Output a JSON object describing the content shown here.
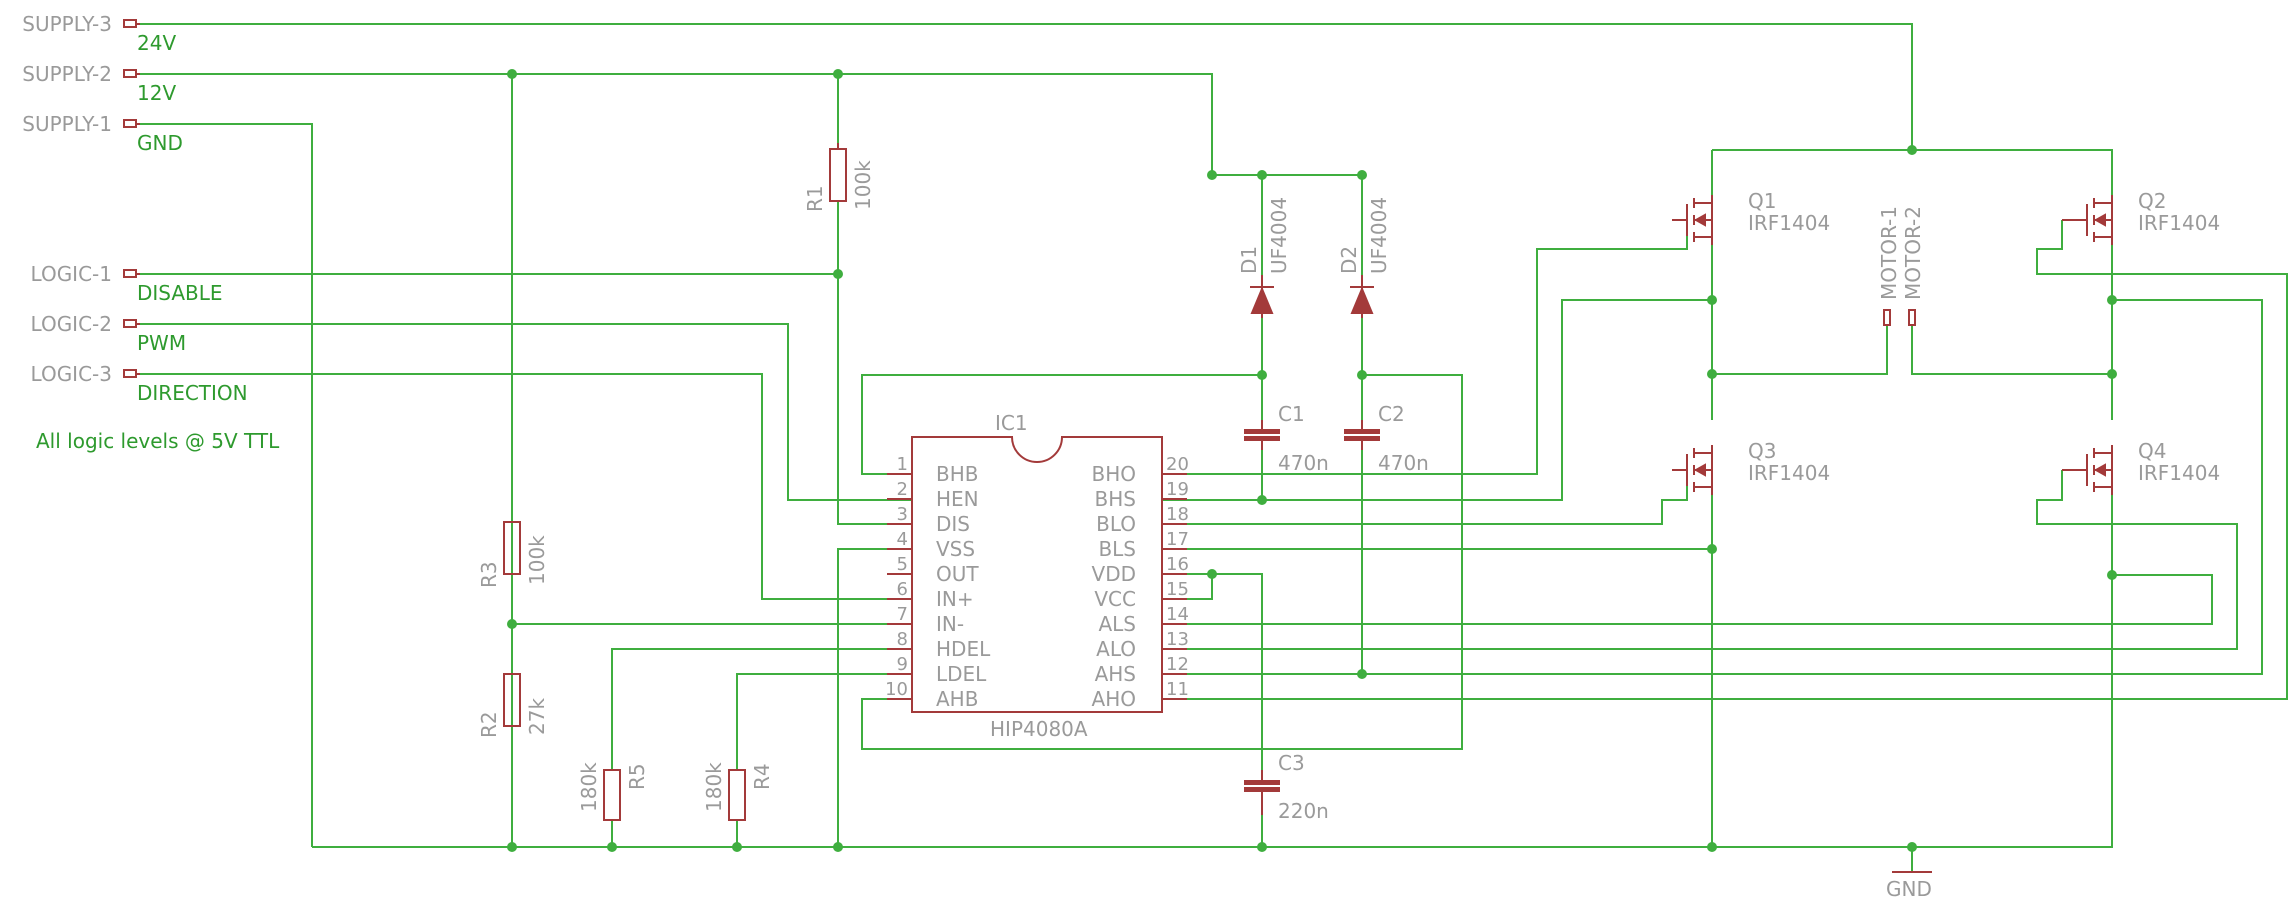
{
  "connectors": [
    {
      "name": "SUPPLY-3",
      "net": "24V"
    },
    {
      "name": "SUPPLY-2",
      "net": "12V"
    },
    {
      "name": "SUPPLY-1",
      "net": "GND"
    },
    {
      "name": "LOGIC-1",
      "net": "DISABLE"
    },
    {
      "name": "LOGIC-2",
      "net": "PWM"
    },
    {
      "name": "LOGIC-3",
      "net": "DIRECTION"
    }
  ],
  "note": "All logic levels @ 5V TTL",
  "ic": {
    "ref": "IC1",
    "value": "HIP4080A",
    "left_pins": [
      {
        "num": "1",
        "name": "BHB"
      },
      {
        "num": "2",
        "name": "HEN"
      },
      {
        "num": "3",
        "name": "DIS"
      },
      {
        "num": "4",
        "name": "VSS"
      },
      {
        "num": "5",
        "name": "OUT"
      },
      {
        "num": "6",
        "name": "IN+"
      },
      {
        "num": "7",
        "name": "IN-"
      },
      {
        "num": "8",
        "name": "HDEL"
      },
      {
        "num": "9",
        "name": "LDEL"
      },
      {
        "num": "10",
        "name": "AHB"
      }
    ],
    "right_pins": [
      {
        "num": "20",
        "name": "BHO"
      },
      {
        "num": "19",
        "name": "BHS"
      },
      {
        "num": "18",
        "name": "BLO"
      },
      {
        "num": "17",
        "name": "BLS"
      },
      {
        "num": "16",
        "name": "VDD"
      },
      {
        "num": "15",
        "name": "VCC"
      },
      {
        "num": "14",
        "name": "ALS"
      },
      {
        "num": "13",
        "name": "ALO"
      },
      {
        "num": "12",
        "name": "AHS"
      },
      {
        "num": "11",
        "name": "AHO"
      }
    ]
  },
  "resistors": {
    "r1": {
      "ref": "R1",
      "value": "100k"
    },
    "r2": {
      "ref": "R2",
      "value": "27k"
    },
    "r3": {
      "ref": "R3",
      "value": "100k"
    },
    "r4": {
      "ref": "R4",
      "value": "180k"
    },
    "r5": {
      "ref": "R5",
      "value": "180k"
    }
  },
  "diodes": {
    "d1": {
      "ref": "D1",
      "value": "UF4004"
    },
    "d2": {
      "ref": "D2",
      "value": "UF4004"
    }
  },
  "capacitors": {
    "c1": {
      "ref": "C1",
      "value": "470n"
    },
    "c2": {
      "ref": "C2",
      "value": "470n"
    },
    "c3": {
      "ref": "C3",
      "value": "220n"
    }
  },
  "mosfets": {
    "q1": {
      "ref": "Q1",
      "value": "IRF1404"
    },
    "q2": {
      "ref": "Q2",
      "value": "IRF1404"
    },
    "q3": {
      "ref": "Q3",
      "value": "IRF1404"
    },
    "q4": {
      "ref": "Q4",
      "value": "IRF1404"
    }
  },
  "motor": [
    "MOTOR-1",
    "MOTOR-2"
  ],
  "gnd_label": "GND",
  "colors": {
    "wire": "#3fae3f",
    "component": "#a33a3a",
    "label_grey": "#9a9a9a",
    "label_green": "#2e9a2e"
  }
}
